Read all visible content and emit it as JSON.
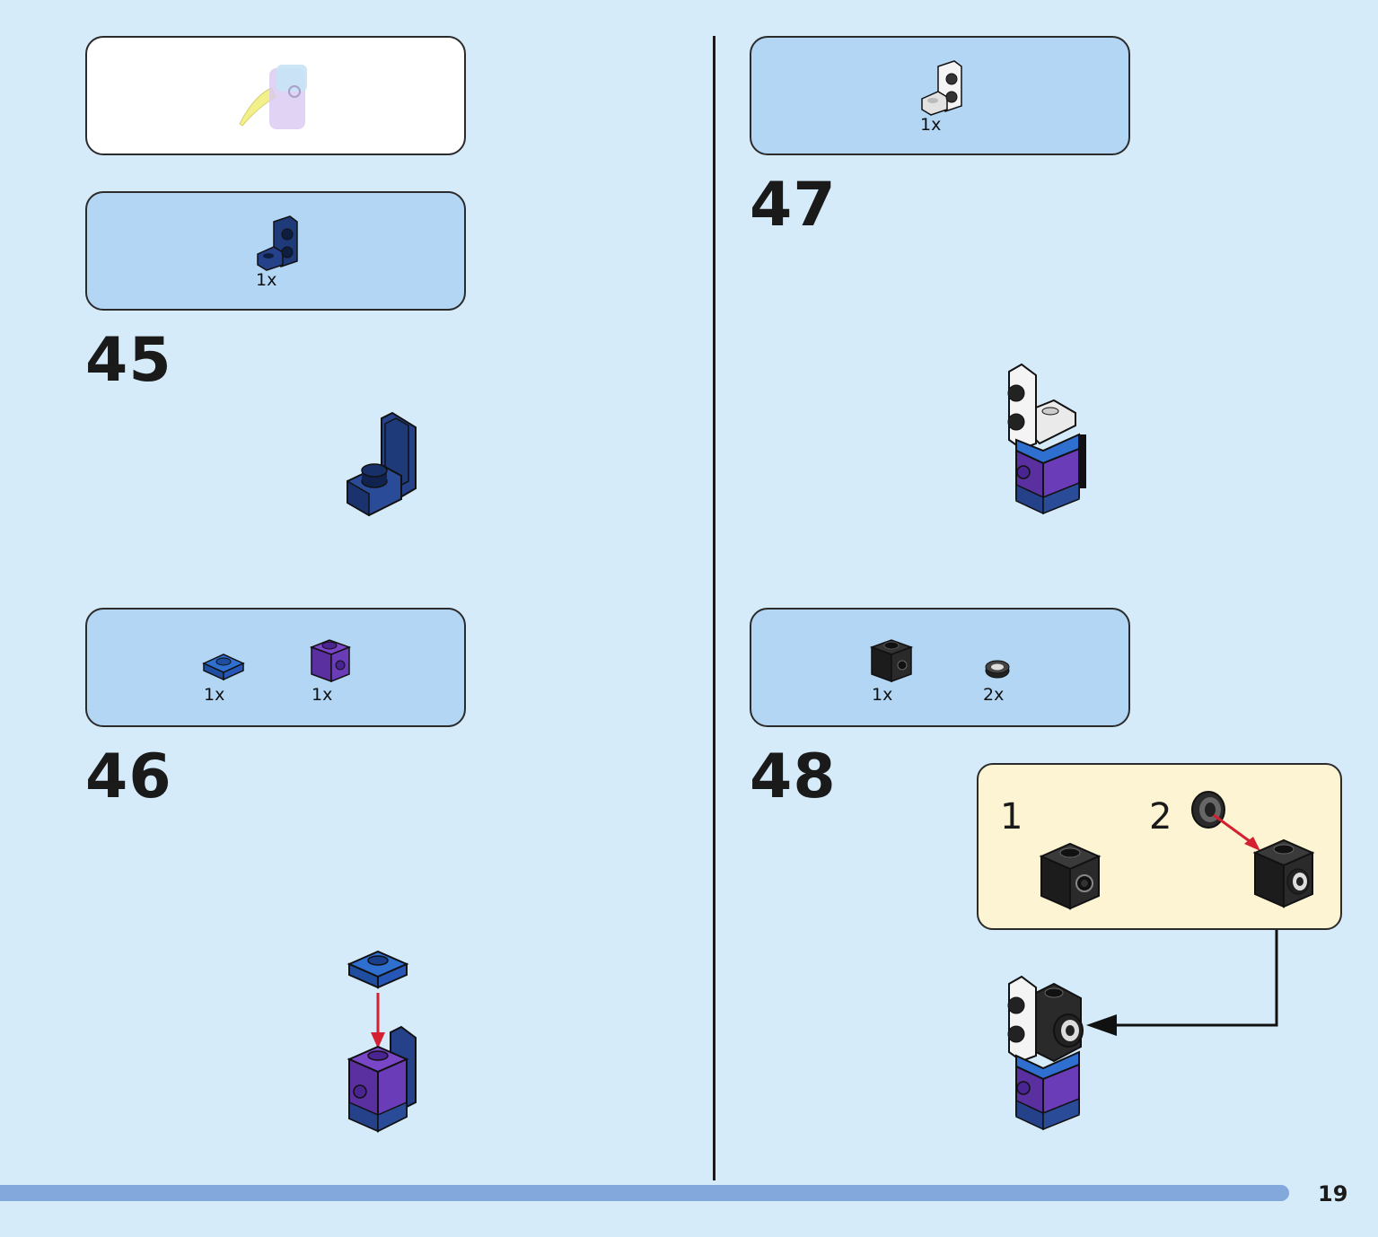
{
  "page": {
    "number": "19"
  },
  "steps": [
    {
      "number": "45",
      "parts": [
        {
          "qty": "1x",
          "icon": "dark-blue-bracket-icon"
        }
      ]
    },
    {
      "number": "46",
      "parts": [
        {
          "qty": "1x",
          "icon": "blue-plate-1x1-icon"
        },
        {
          "qty": "1x",
          "icon": "purple-brick-studded-icon"
        }
      ]
    },
    {
      "number": "47",
      "parts": [
        {
          "qty": "1x",
          "icon": "white-bracket-icon"
        }
      ]
    },
    {
      "number": "48",
      "parts": [
        {
          "qty": "1x",
          "icon": "black-brick-studded-icon"
        },
        {
          "qty": "2x",
          "icon": "black-round-tile-icon"
        }
      ],
      "substeps": [
        {
          "number": "1"
        },
        {
          "number": "2"
        }
      ]
    }
  ],
  "colors": {
    "background": "#d6ebfa",
    "parts_box": "#b2d6f4",
    "callout": "#fcf4d2",
    "arrow": "#d42030",
    "bar": "#82a8dc"
  }
}
